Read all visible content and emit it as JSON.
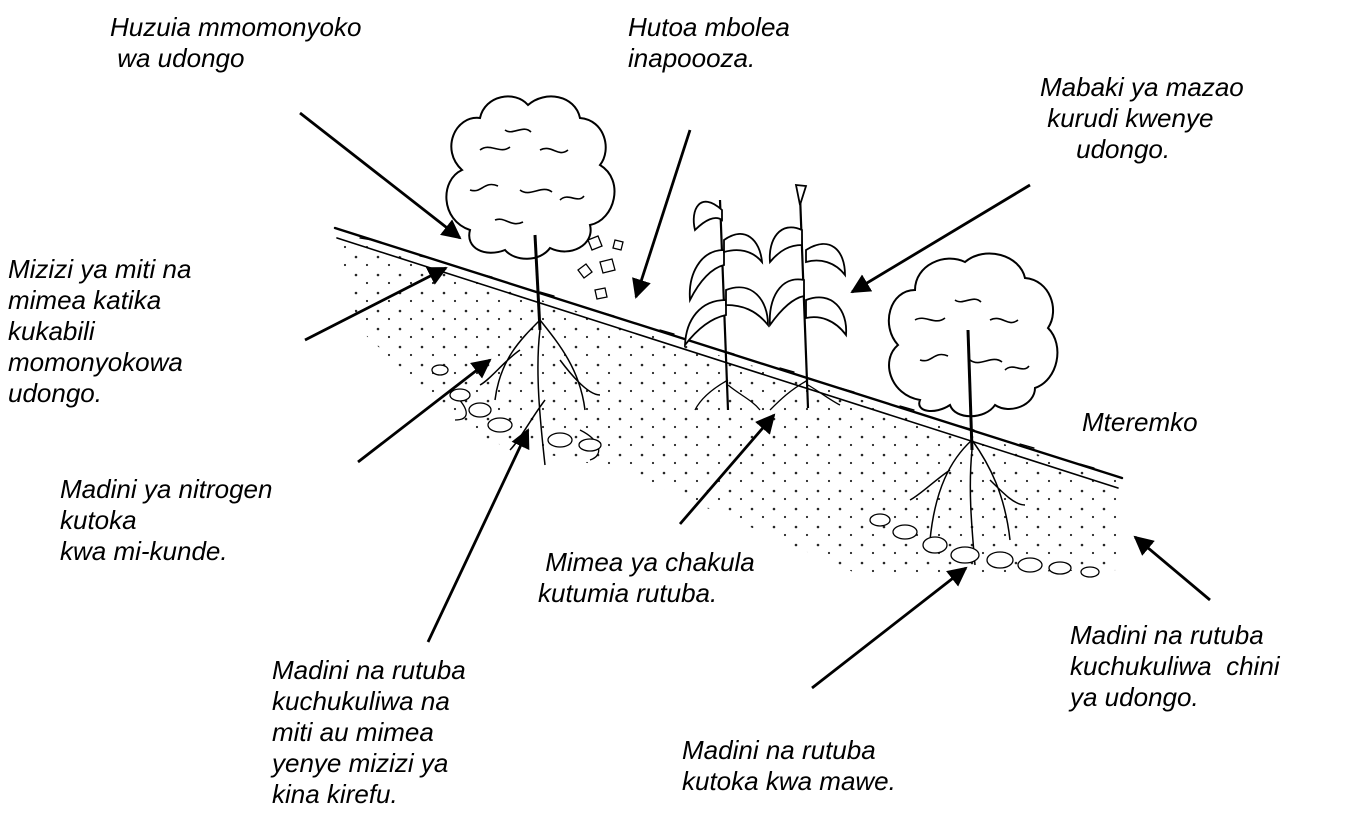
{
  "labels": {
    "huzuia": "Huzuia mmomonyoko\n wa udongo",
    "hutoa": "Hutoa mbolea\ninapoooza.",
    "mabaki": "Mabaki ya mazao\n kurudi kwenye\n     udongo.",
    "mizizi": "Mizizi ya miti na\nmimea katika\nkukabili\nmomonyokowa\nudongo.",
    "nitrogen": "Madini ya nitrogen\nkutoka\nkwa mi-kunde.",
    "mteremko": "Mteremko",
    "mimea": " Mimea ya chakula\nkutumia rutuba.",
    "miti": "Madini na rutuba\nkuchukuliwa na\nmiti au mimea\nyenye mizizi ya\nkina kirefu.",
    "mawe": "Madini na rutuba\nkutoka kwa mawe.",
    "chini": "Madini na rutuba\nkuchukuliwa  chini\nya udongo."
  },
  "colors": {
    "ink": "#000000",
    "background": "#ffffff"
  }
}
